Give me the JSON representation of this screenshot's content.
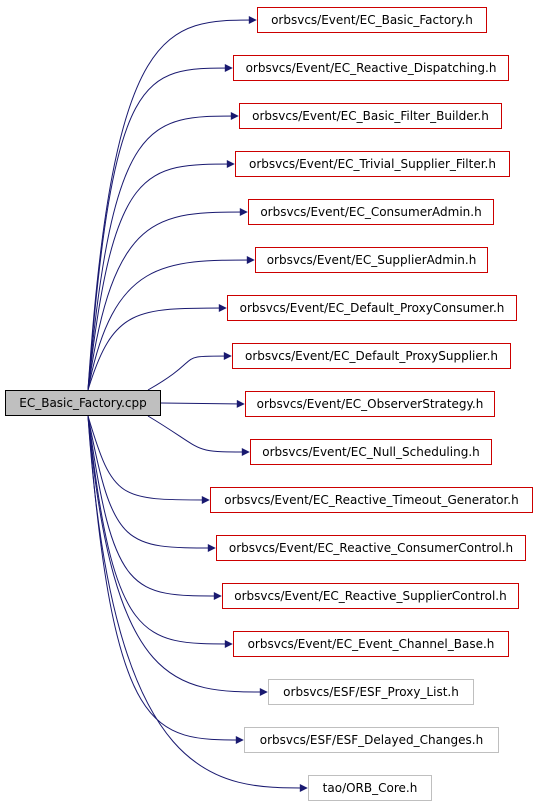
{
  "graph": {
    "source": {
      "label": "EC_Basic_Factory.cpp"
    },
    "includes": [
      {
        "label": "orbsvcs/Event/EC_Basic_Factory.h",
        "border": "#cc0000"
      },
      {
        "label": "orbsvcs/Event/EC_Reactive_Dispatching.h",
        "border": "#cc0000"
      },
      {
        "label": "orbsvcs/Event/EC_Basic_Filter_Builder.h",
        "border": "#cc0000"
      },
      {
        "label": "orbsvcs/Event/EC_Trivial_Supplier_Filter.h",
        "border": "#cc0000"
      },
      {
        "label": "orbsvcs/Event/EC_ConsumerAdmin.h",
        "border": "#cc0000"
      },
      {
        "label": "orbsvcs/Event/EC_SupplierAdmin.h",
        "border": "#cc0000"
      },
      {
        "label": "orbsvcs/Event/EC_Default_ProxyConsumer.h",
        "border": "#cc0000"
      },
      {
        "label": "orbsvcs/Event/EC_Default_ProxySupplier.h",
        "border": "#cc0000"
      },
      {
        "label": "orbsvcs/Event/EC_ObserverStrategy.h",
        "border": "#cc0000"
      },
      {
        "label": "orbsvcs/Event/EC_Null_Scheduling.h",
        "border": "#cc0000"
      },
      {
        "label": "orbsvcs/Event/EC_Reactive_Timeout_Generator.h",
        "border": "#cc0000"
      },
      {
        "label": "orbsvcs/Event/EC_Reactive_ConsumerControl.h",
        "border": "#cc0000"
      },
      {
        "label": "orbsvcs/Event/EC_Reactive_SupplierControl.h",
        "border": "#cc0000"
      },
      {
        "label": "orbsvcs/Event/EC_Event_Channel_Base.h",
        "border": "#cc0000"
      },
      {
        "label": "orbsvcs/ESF/ESF_Proxy_List.h",
        "border": "#bfbfbf"
      },
      {
        "label": "orbsvcs/ESF/ESF_Delayed_Changes.h",
        "border": "#bfbfbf"
      },
      {
        "label": "tao/ORB_Core.h",
        "border": "#bfbfbf"
      }
    ],
    "edge_color": "#191970"
  }
}
